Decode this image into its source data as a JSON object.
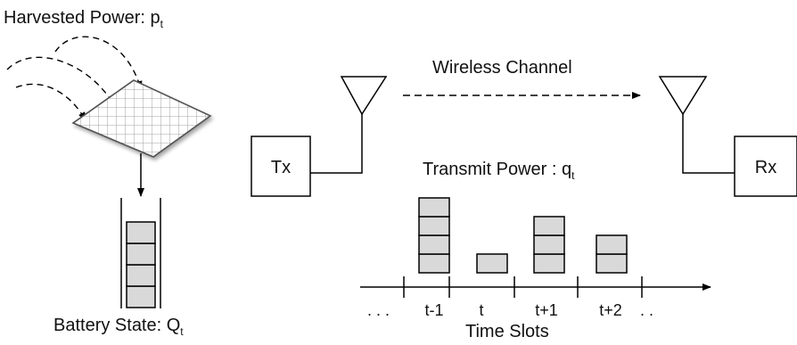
{
  "harvested": {
    "label": "Harvested Power: p",
    "sub": "t"
  },
  "battery": {
    "label": "Battery State: Q",
    "sub": "t"
  },
  "channel": {
    "label": "Wireless Channel"
  },
  "tx": {
    "label": "Tx"
  },
  "rx": {
    "label": "Rx"
  },
  "transmit": {
    "label": "Transmit Power : q",
    "sub": "t"
  },
  "timeline": {
    "axis_label": "Time Slots",
    "left_ellipsis": ". . .",
    "slots": [
      "t-1",
      "t",
      "t+1",
      "t+2"
    ],
    "right_ellipsis": ". .",
    "power_blocks": [
      4,
      1,
      3,
      2
    ]
  },
  "battery_blocks": 4,
  "colors": {
    "block_fill": "#d9d9d9",
    "stroke": "#000000"
  }
}
